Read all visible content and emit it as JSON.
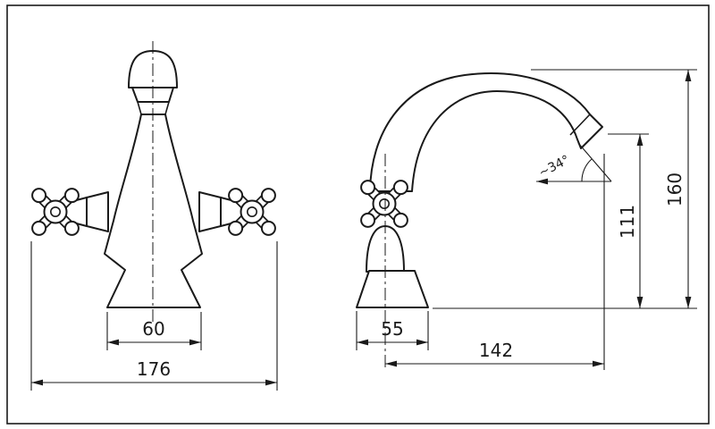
{
  "dimensions": {
    "front": {
      "base_width": "60",
      "overall_width": "176"
    },
    "side": {
      "base_depth": "55",
      "spout_reach": "142",
      "outlet_height": "111",
      "overall_height": "160",
      "outlet_angle": "~34°"
    }
  },
  "colors": {
    "ink": "#1a1a1a",
    "paper": "#ffffff"
  }
}
